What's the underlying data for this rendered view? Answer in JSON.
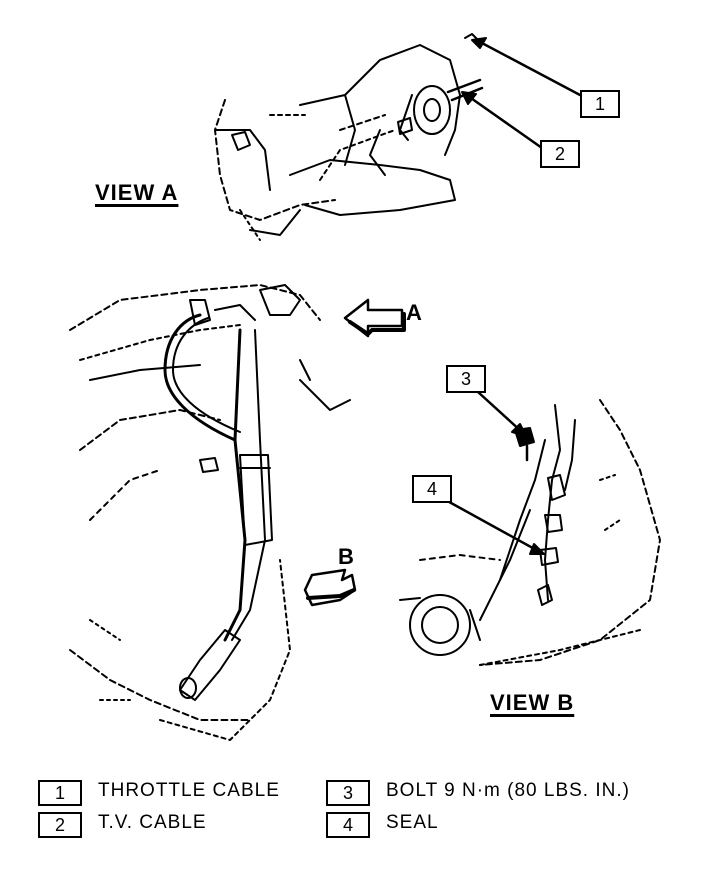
{
  "view_a": {
    "title": "VIEW A",
    "arrow_letter": "A"
  },
  "view_b": {
    "title": "VIEW B",
    "arrow_letter": "B"
  },
  "callouts": [
    "1",
    "2",
    "3",
    "4"
  ],
  "legend": [
    {
      "number": "1",
      "text": "THROTTLE CABLE"
    },
    {
      "number": "2",
      "text": "T.V. CABLE"
    },
    {
      "number": "3",
      "text": "BOLT 9 N·m (80 LBS. IN.)"
    },
    {
      "number": "4",
      "text": "SEAL"
    }
  ]
}
